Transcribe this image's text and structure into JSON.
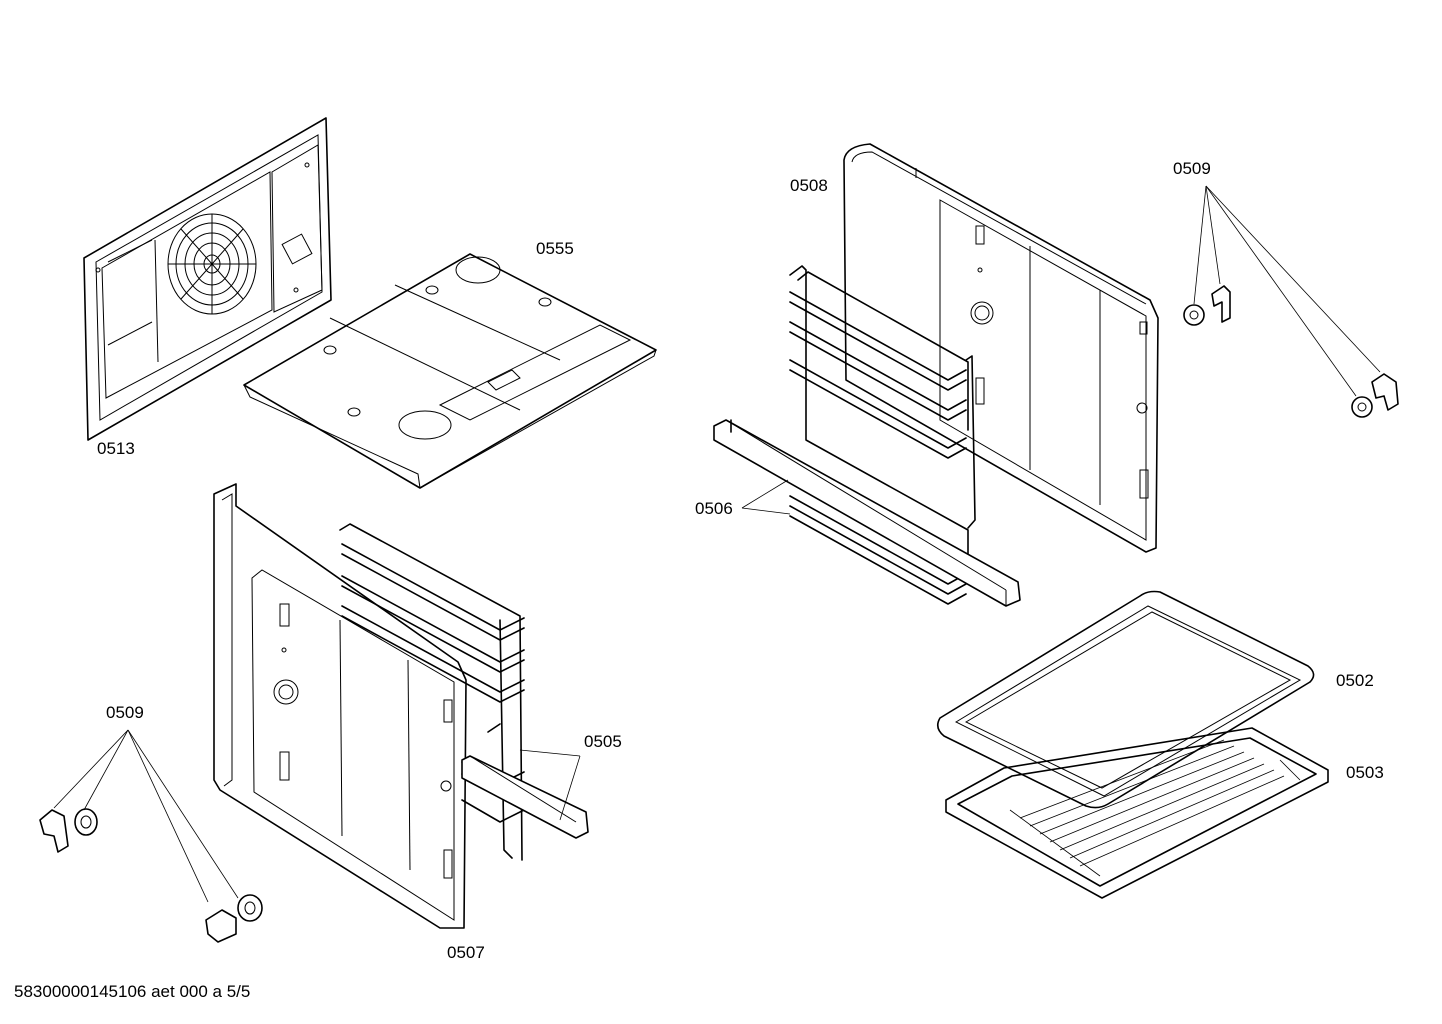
{
  "labels": {
    "p0513": "0513",
    "p0555": "0555",
    "p0508": "0508",
    "p0509_top": "0509",
    "p0506": "0506",
    "p0502": "0502",
    "p0503": "0503",
    "p0509_bottom": "0509",
    "p0505": "0505",
    "p0507": "0507"
  },
  "footer": "58300000145106 aet 000 a 5/5"
}
